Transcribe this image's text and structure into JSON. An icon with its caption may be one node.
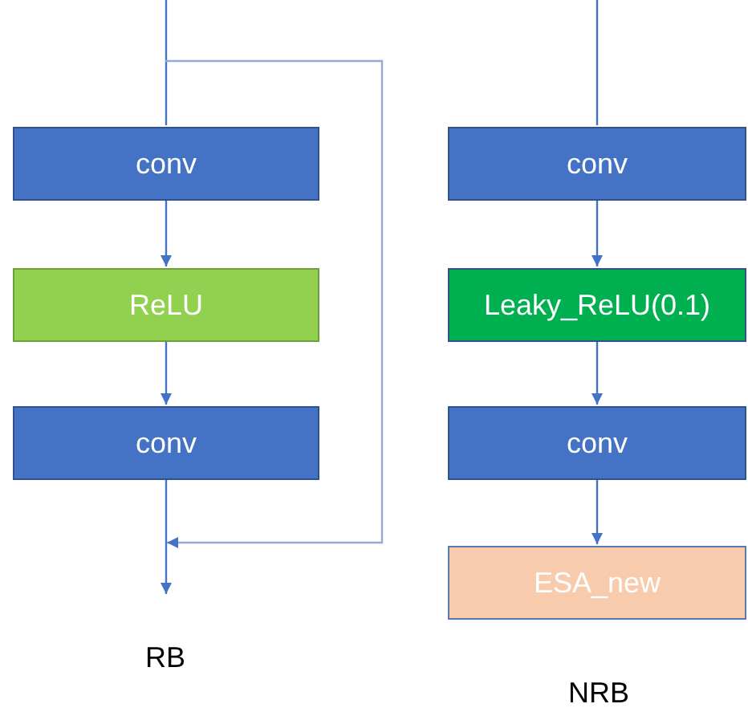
{
  "diagram": {
    "nodes": [
      {
        "text": [
          "conv"
        ]
      },
      {
        "text": [
          "ReLU"
        ]
      },
      {
        "text": [
          "conv"
        ]
      },
      {
        "text": [
          "conv"
        ]
      },
      {
        "text": [
          "Leaky_ReLU(0.1)"
        ]
      },
      {
        "text": [
          "conv"
        ]
      },
      {
        "text": [
          "ESA_new"
        ]
      }
    ],
    "edges": [
      {
        "from": null,
        "to": 0,
        "arrow": "none"
      },
      {
        "from": 0,
        "to": 1,
        "arrow": "to"
      },
      {
        "from": 1,
        "to": 2,
        "arrow": "to"
      },
      {
        "from": 2,
        "to": null,
        "arrow": "to"
      },
      {
        "from": null,
        "to": 3,
        "arrow": "none"
      },
      {
        "from": 3,
        "to": 4,
        "arrow": "to"
      },
      {
        "from": 4,
        "to": 5,
        "arrow": "to"
      },
      {
        "from": 5,
        "to": 6,
        "arrow": "to"
      }
    ],
    "labels": [
      "RB",
      "NRB"
    ]
  }
}
